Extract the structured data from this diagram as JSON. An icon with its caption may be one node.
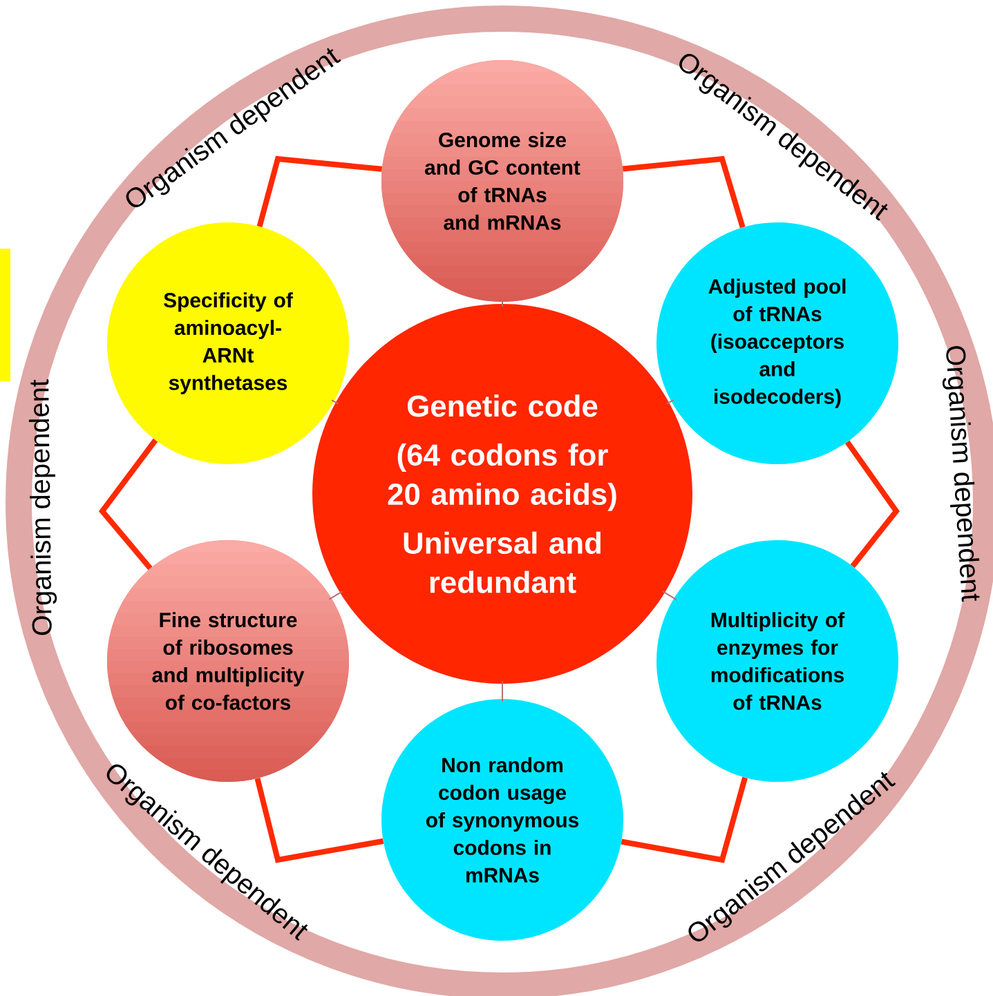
{
  "diagram": {
    "nodes": [
      {
        "text": [
          "Genome size and GC content of tRNAs and mRNAs"
        ]
      },
      {
        "text": [
          "Specificity of aminoacyl-ARNt synthetases"
        ]
      },
      {
        "text": [
          "Adjusted pool of tRNAs (isoacceptors and isodecoders)"
        ]
      },
      {
        "text": [
          "Genetic code",
          "(64 codons for 20 amino acids)",
          "Universal and redundant"
        ]
      },
      {
        "text": [
          "Fine structure of ribosomes and multiplicity of co-factors"
        ]
      },
      {
        "text": [
          "Multiplicity of enzymes for modifications of tRNAs"
        ]
      },
      {
        "text": [
          "Non random codon usage of synonymous codons in mRNAs"
        ]
      },
      {
        "text": [],
        "shape": "bar"
      }
    ],
    "edges": [
      {
        "from": 3,
        "to": 0,
        "arrow": "none"
      },
      {
        "from": 3,
        "to": 1,
        "arrow": "none"
      },
      {
        "from": 3,
        "to": 2,
        "arrow": "none"
      },
      {
        "from": 3,
        "to": 4,
        "arrow": "none"
      },
      {
        "from": 3,
        "to": 5,
        "arrow": "none"
      },
      {
        "from": 3,
        "to": 6,
        "arrow": "none"
      },
      {
        "from": 0,
        "to": 2,
        "arrow": "none",
        "style": "thick",
        "color": "#ff2a00"
      },
      {
        "from": 2,
        "to": 5,
        "arrow": "none",
        "style": "thick",
        "color": "#ff2a00"
      },
      {
        "from": 5,
        "to": 6,
        "arrow": "none",
        "style": "thick",
        "color": "#ff2a00"
      },
      {
        "from": 6,
        "to": 4,
        "arrow": "none",
        "style": "thick",
        "color": "#ff2a00"
      },
      {
        "from": 4,
        "to": 1,
        "arrow": "none",
        "style": "thick",
        "color": "#ff2a00"
      },
      {
        "from": 1,
        "to": 0,
        "arrow": "none",
        "style": "thick",
        "color": "#ff2a00"
      }
    ],
    "labels": [
      "Organism dependent",
      "Organism dependent",
      "Organism dependent",
      "Organism dependent",
      "Organism dependent",
      "Organism dependent"
    ]
  }
}
